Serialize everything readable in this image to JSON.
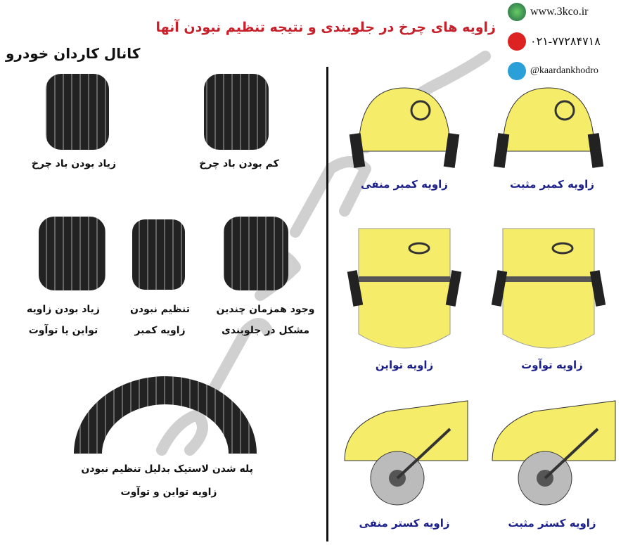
{
  "header": {
    "title": "زاویه های چرخ در جلوبندی و نتیجه تنظیم نبودن آنها",
    "channel": "کانال کاردان خودرو"
  },
  "contacts": {
    "website": "www.3kco.ir",
    "phone": "۰۲۱-۷۷۲۸۴۷۱۸",
    "telegram": "@kaardankhodro"
  },
  "tires": {
    "low_pressure": "کم بودن باد چرخ",
    "high_pressure": "زیاد بودن باد چرخ",
    "multiple_1": "وجود همزمان چندین",
    "multiple_2": "مشکل در جلوبندی",
    "camber_1": "تنظیم نبودن",
    "camber_2": "زاویه کمبر",
    "toe_1": "زیاد بودن زاویه",
    "toe_2": "تواین یا توآوت",
    "stepped_1": "پله شدن لاستیک بدلیل تنظیم نبودن",
    "stepped_2": "زاویه تواین و توآوت"
  },
  "angles": {
    "positive_camber": "زاویه کمبر مثبت",
    "negative_camber": "زاویه کمبر منفی",
    "toe_out": "زاویه توآوت",
    "toe_in": "زاویه تواین",
    "positive_caster": "زاویه کستر مثبت",
    "negative_caster": "زاویه کستر منفی"
  },
  "watermark": "کاردان خودرو",
  "colors": {
    "title": "#c8202a",
    "angle_label": "#1a1f8a",
    "car": "#f5ec6a"
  }
}
